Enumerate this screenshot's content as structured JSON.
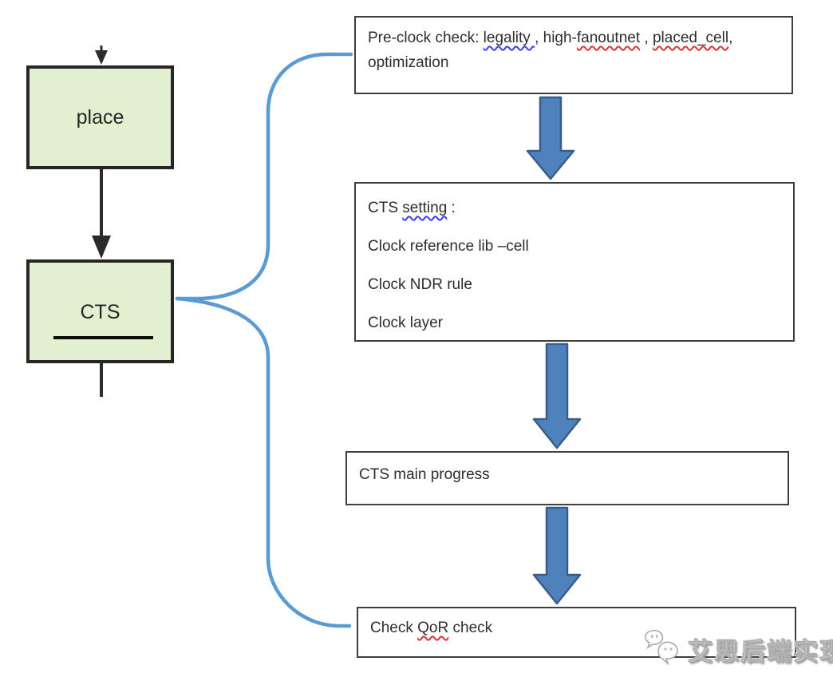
{
  "left_flow": {
    "place_label": "place",
    "cts_label": "CTS"
  },
  "boxes": {
    "preclock": {
      "line1": {
        "t1": "Pre-clock check: ",
        "t2_wavy_blue": "legality ",
        "t3": ", high-",
        "t4_wavy_red": "fanoutnet",
        "t5": " , ",
        "t6_wavy_red": "placed_cell",
        "t7": ","
      },
      "line2": "optimization"
    },
    "cts_setting": {
      "l1a": "CTS ",
      "l1b_wavy_blue": "setting",
      "l1c": " :",
      "l2": "Clock reference lib –cell",
      "l3": "Clock NDR rule",
      "l4": "Clock layer"
    },
    "main_progress": {
      "l1": "CTS main progress"
    },
    "qor": {
      "a": "Check ",
      "b_wavy_red": "QoR",
      "c": " check"
    }
  },
  "watermark": {
    "label": "艾思后端实现",
    "logo": "wechat-bubbles-icon"
  },
  "colors": {
    "node_fill": "#e2f0d0",
    "node_border": "#262626",
    "white_box_border": "#3f3f3f",
    "block_arrow_fill": "#4f81bd",
    "block_arrow_stroke": "#385d8a",
    "brace_stroke": "#5b9bd5",
    "wavy_blue": "#3b3bfd",
    "wavy_red": "#e03232",
    "black_connector": "#2b2b2b"
  }
}
